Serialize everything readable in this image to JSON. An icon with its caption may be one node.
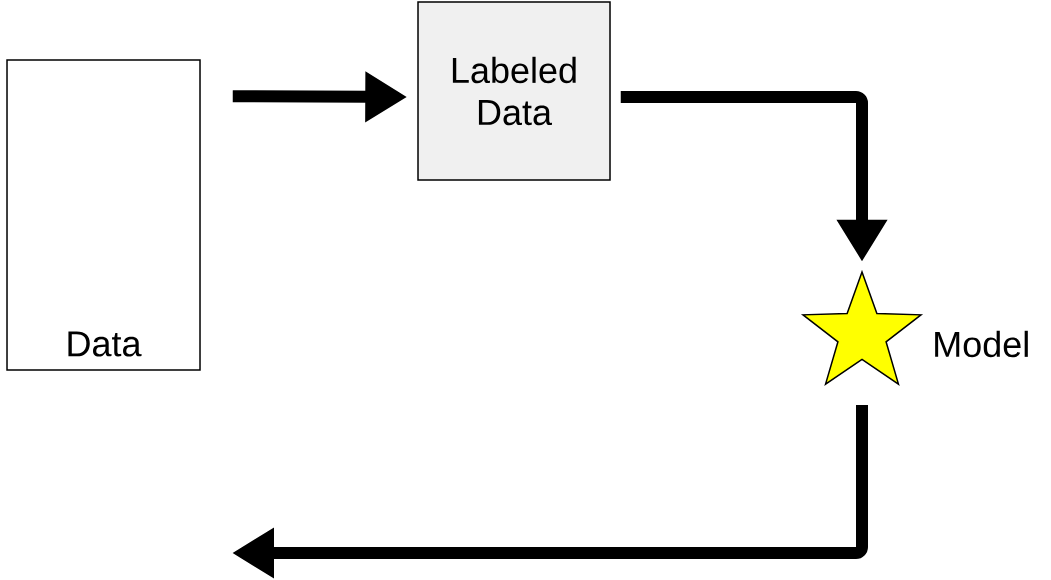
{
  "diagram": {
    "nodes": [
      {
        "text": [
          "Data"
        ]
      },
      {
        "text": [
          "Labeled Data"
        ]
      },
      {
        "text": [],
        "shape": "star",
        "beside": [
          "Model"
        ]
      }
    ],
    "edges": [
      {
        "from": 0,
        "to": 1,
        "arrow": "to"
      },
      {
        "from": 1,
        "to": 2,
        "arrow": "to"
      },
      {
        "from": 2,
        "to": null,
        "arrow": "to"
      }
    ]
  }
}
